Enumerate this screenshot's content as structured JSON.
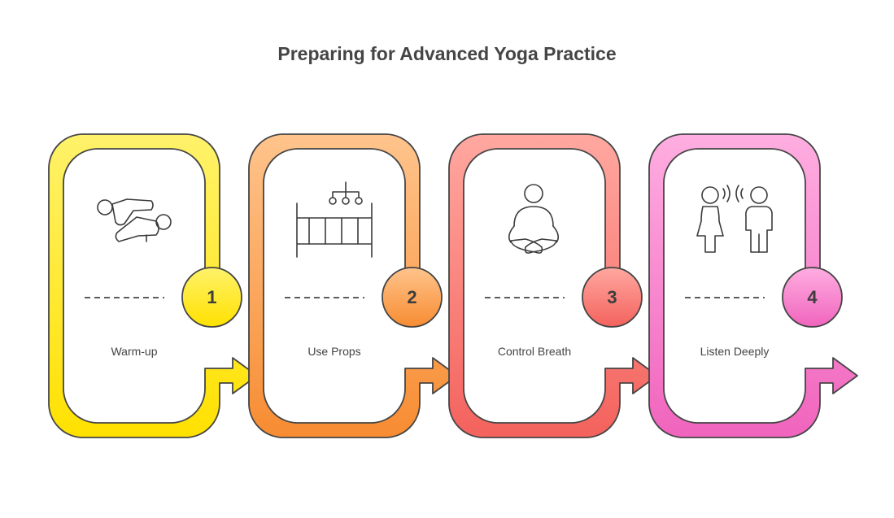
{
  "title": "Preparing for Advanced Yoga Practice",
  "steps": [
    {
      "number": "1",
      "label": "Warm-up",
      "icon": "warm-up-stretch-icon",
      "color_top": "#fff26b",
      "color_bottom": "#ffe100"
    },
    {
      "number": "2",
      "label": "Use Props",
      "icon": "props-crib-icon",
      "color_top": "#ffc48c",
      "color_bottom": "#f78c32"
    },
    {
      "number": "3",
      "label": "Control Breath",
      "icon": "meditation-icon",
      "color_top": "#ffa8a0",
      "color_bottom": "#f4625d"
    },
    {
      "number": "4",
      "label": "Listen Deeply",
      "icon": "listening-people-icon",
      "color_top": "#ffaee1",
      "color_bottom": "#f064bd"
    }
  ],
  "stroke_color": "#454545"
}
